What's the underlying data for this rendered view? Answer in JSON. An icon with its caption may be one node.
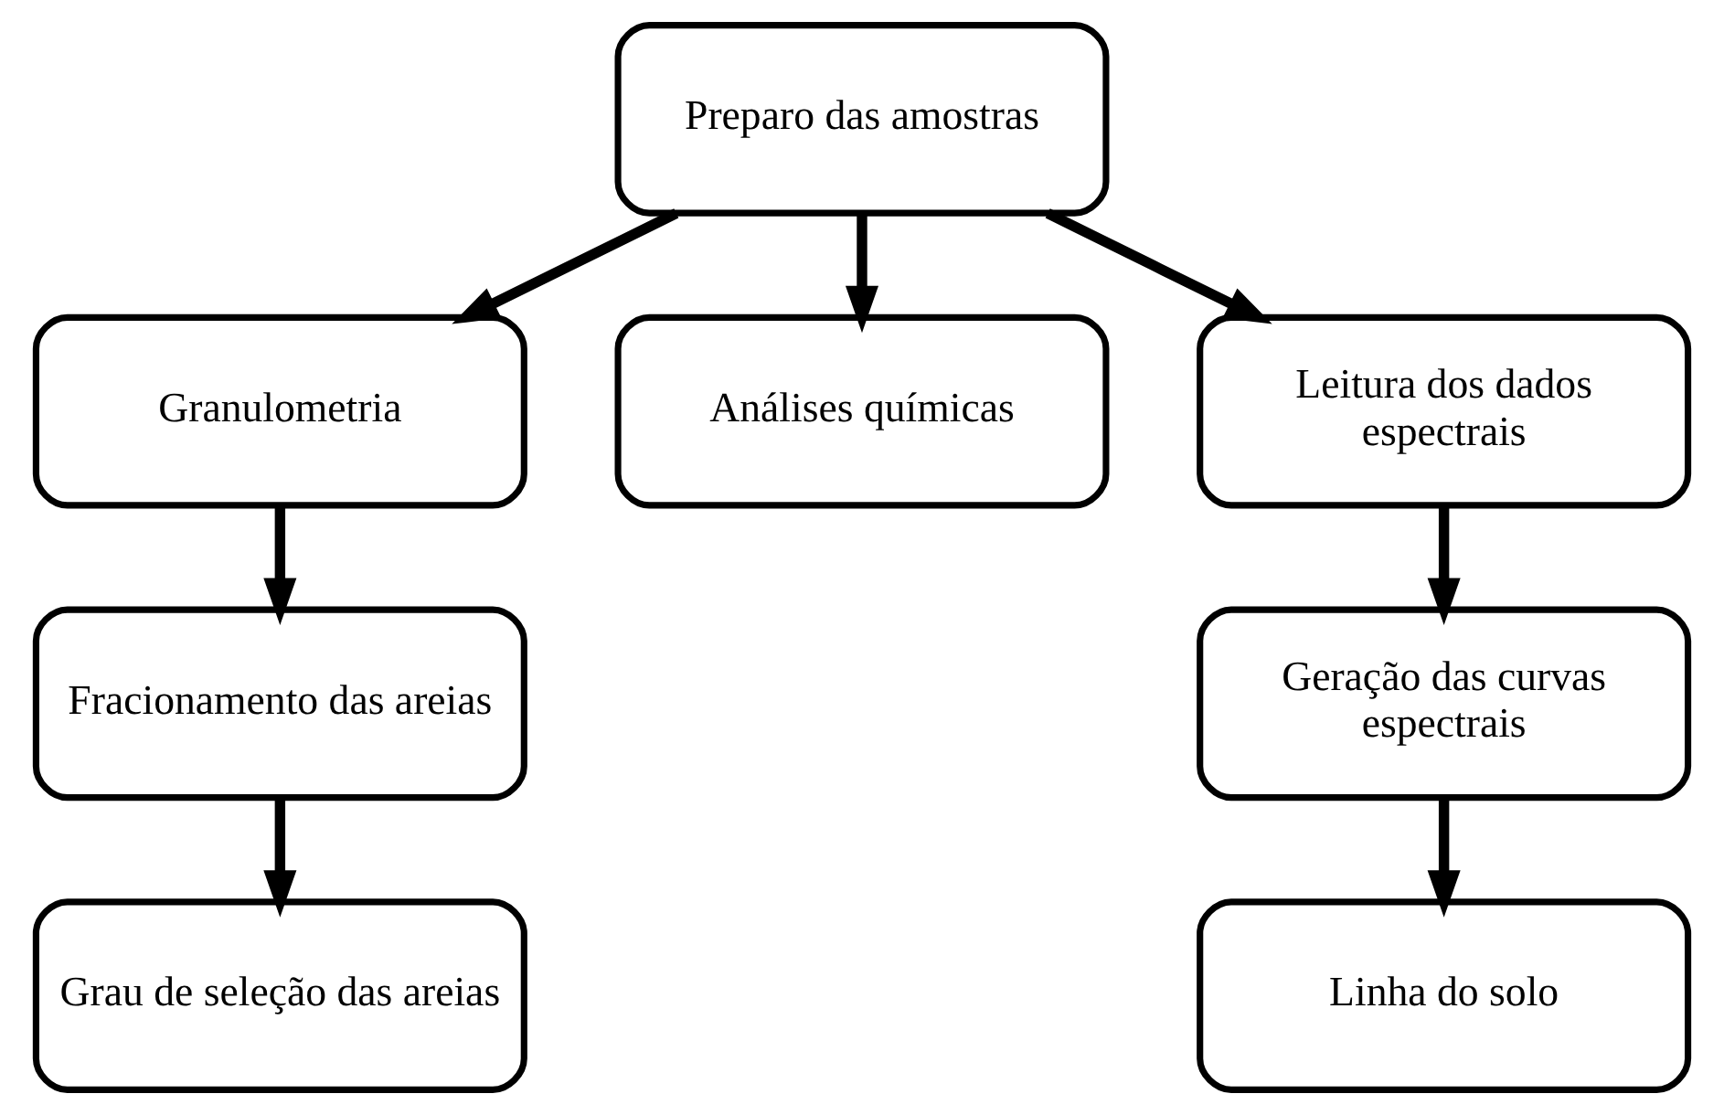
{
  "diagram": {
    "nodes": [
      {
        "text": [
          "Preparo das amostras"
        ]
      },
      {
        "text": [
          "Granulometria"
        ]
      },
      {
        "text": [
          "Análises químicas"
        ]
      },
      {
        "text": [
          "Leitura dos dados espectrais"
        ]
      },
      {
        "text": [
          "Fracionamento das areias"
        ]
      },
      {
        "text": [
          "Grau de seleção das areias"
        ]
      },
      {
        "text": [
          "Geração das curvas espectrais"
        ]
      },
      {
        "text": [
          "Linha do solo"
        ]
      }
    ],
    "edges": [
      {
        "from": 0,
        "to": 1,
        "arrow": "to"
      },
      {
        "from": 0,
        "to": 2,
        "arrow": "to"
      },
      {
        "from": 0,
        "to": 3,
        "arrow": "to"
      },
      {
        "from": 1,
        "to": 4,
        "arrow": "to"
      },
      {
        "from": 4,
        "to": 5,
        "arrow": "to"
      },
      {
        "from": 3,
        "to": 6,
        "arrow": "to"
      },
      {
        "from": 6,
        "to": 7,
        "arrow": "to"
      }
    ]
  }
}
